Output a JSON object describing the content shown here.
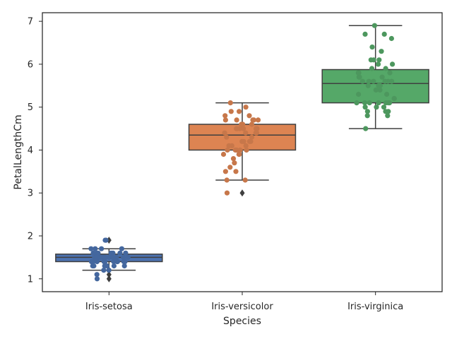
{
  "chart_data": {
    "type": "box",
    "xlabel": "Species",
    "ylabel": "PetalLengthCm",
    "categories": [
      "Iris-setosa",
      "Iris-versicolor",
      "Iris-virginica"
    ],
    "yticks": [
      1,
      2,
      3,
      4,
      5,
      6,
      7
    ],
    "ylim": [
      0.7,
      7.2
    ],
    "grid": false,
    "boxes": [
      {
        "category": "Iris-setosa",
        "color": "#4c72b0",
        "whisker_low": 1.2,
        "q1": 1.4,
        "median": 1.5,
        "q3": 1.575,
        "whisker_high": 1.7,
        "outliers": [
          1.0,
          1.1,
          1.9
        ]
      },
      {
        "category": "Iris-versicolor",
        "color": "#dd8452",
        "whisker_low": 3.3,
        "q1": 4.0,
        "median": 4.35,
        "q3": 4.6,
        "whisker_high": 5.1,
        "outliers": [
          3.0
        ]
      },
      {
        "category": "Iris-virginica",
        "color": "#55a868",
        "whisker_low": 4.5,
        "q1": 5.1,
        "median": 5.55,
        "q3": 5.875,
        "whisker_high": 6.9,
        "outliers": []
      }
    ],
    "points": [
      [
        1.4,
        1.4,
        1.3,
        1.5,
        1.4,
        1.7,
        1.4,
        1.5,
        1.4,
        1.5,
        1.5,
        1.6,
        1.4,
        1.1,
        1.2,
        1.5,
        1.3,
        1.4,
        1.7,
        1.5,
        1.7,
        1.5,
        1.0,
        1.7,
        1.9,
        1.6,
        1.6,
        1.5,
        1.4,
        1.6,
        1.6,
        1.5,
        1.5,
        1.4,
        1.5,
        1.2,
        1.3,
        1.5,
        1.3,
        1.5,
        1.3,
        1.3,
        1.3,
        1.6,
        1.9,
        1.4,
        1.6,
        1.4,
        1.5,
        1.4
      ],
      [
        4.7,
        4.5,
        4.9,
        4.0,
        4.6,
        4.5,
        4.7,
        3.3,
        4.6,
        3.9,
        3.5,
        4.2,
        4.0,
        4.7,
        3.6,
        4.4,
        4.5,
        4.1,
        4.5,
        3.9,
        4.8,
        4.0,
        4.9,
        4.7,
        4.3,
        4.4,
        4.8,
        5.0,
        4.5,
        3.5,
        3.8,
        3.7,
        3.9,
        5.1,
        4.5,
        4.5,
        4.7,
        4.4,
        4.1,
        4.0,
        4.4,
        4.6,
        4.0,
        3.3,
        4.2,
        4.2,
        4.2,
        4.3,
        3.0,
        4.1
      ],
      [
        6.0,
        5.1,
        5.9,
        5.6,
        5.8,
        6.6,
        4.5,
        6.3,
        5.8,
        6.1,
        5.1,
        5.3,
        5.5,
        5.0,
        5.1,
        5.3,
        5.5,
        6.7,
        6.9,
        5.0,
        5.7,
        4.9,
        6.7,
        4.9,
        5.7,
        6.0,
        4.8,
        4.9,
        5.6,
        5.8,
        6.1,
        6.4,
        5.6,
        5.1,
        5.6,
        6.1,
        5.6,
        5.5,
        4.8,
        5.4,
        5.6,
        5.1,
        5.1,
        5.9,
        5.7,
        5.2,
        5.0,
        5.2,
        5.4,
        5.1
      ]
    ]
  }
}
